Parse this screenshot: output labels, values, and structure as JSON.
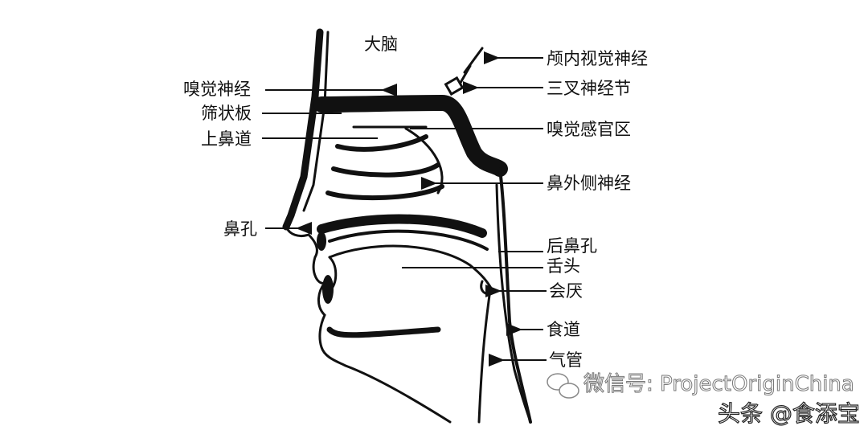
{
  "labels": {
    "brain": "大脑",
    "optic_nerve": "颅内视觉神经",
    "olfactory_nerve": "嗅觉神经",
    "trigeminal_ganglion": "三叉神经节",
    "cribriform_plate": "筛状板",
    "superior_meatus": "上鼻道",
    "olfactory_region": "嗅觉感官区",
    "lateral_nasal_nerve": "鼻外侧神经",
    "nostril": "鼻孔",
    "choana": "后鼻孔",
    "tongue": "舌头",
    "epiglottis": "会厌",
    "esophagus": "食道",
    "trachea": "气管"
  },
  "watermark": {
    "wechat": "微信号: ProjectOriginChina",
    "toutiao": "头条 @食添宝",
    "icon": "wechat-icon"
  }
}
